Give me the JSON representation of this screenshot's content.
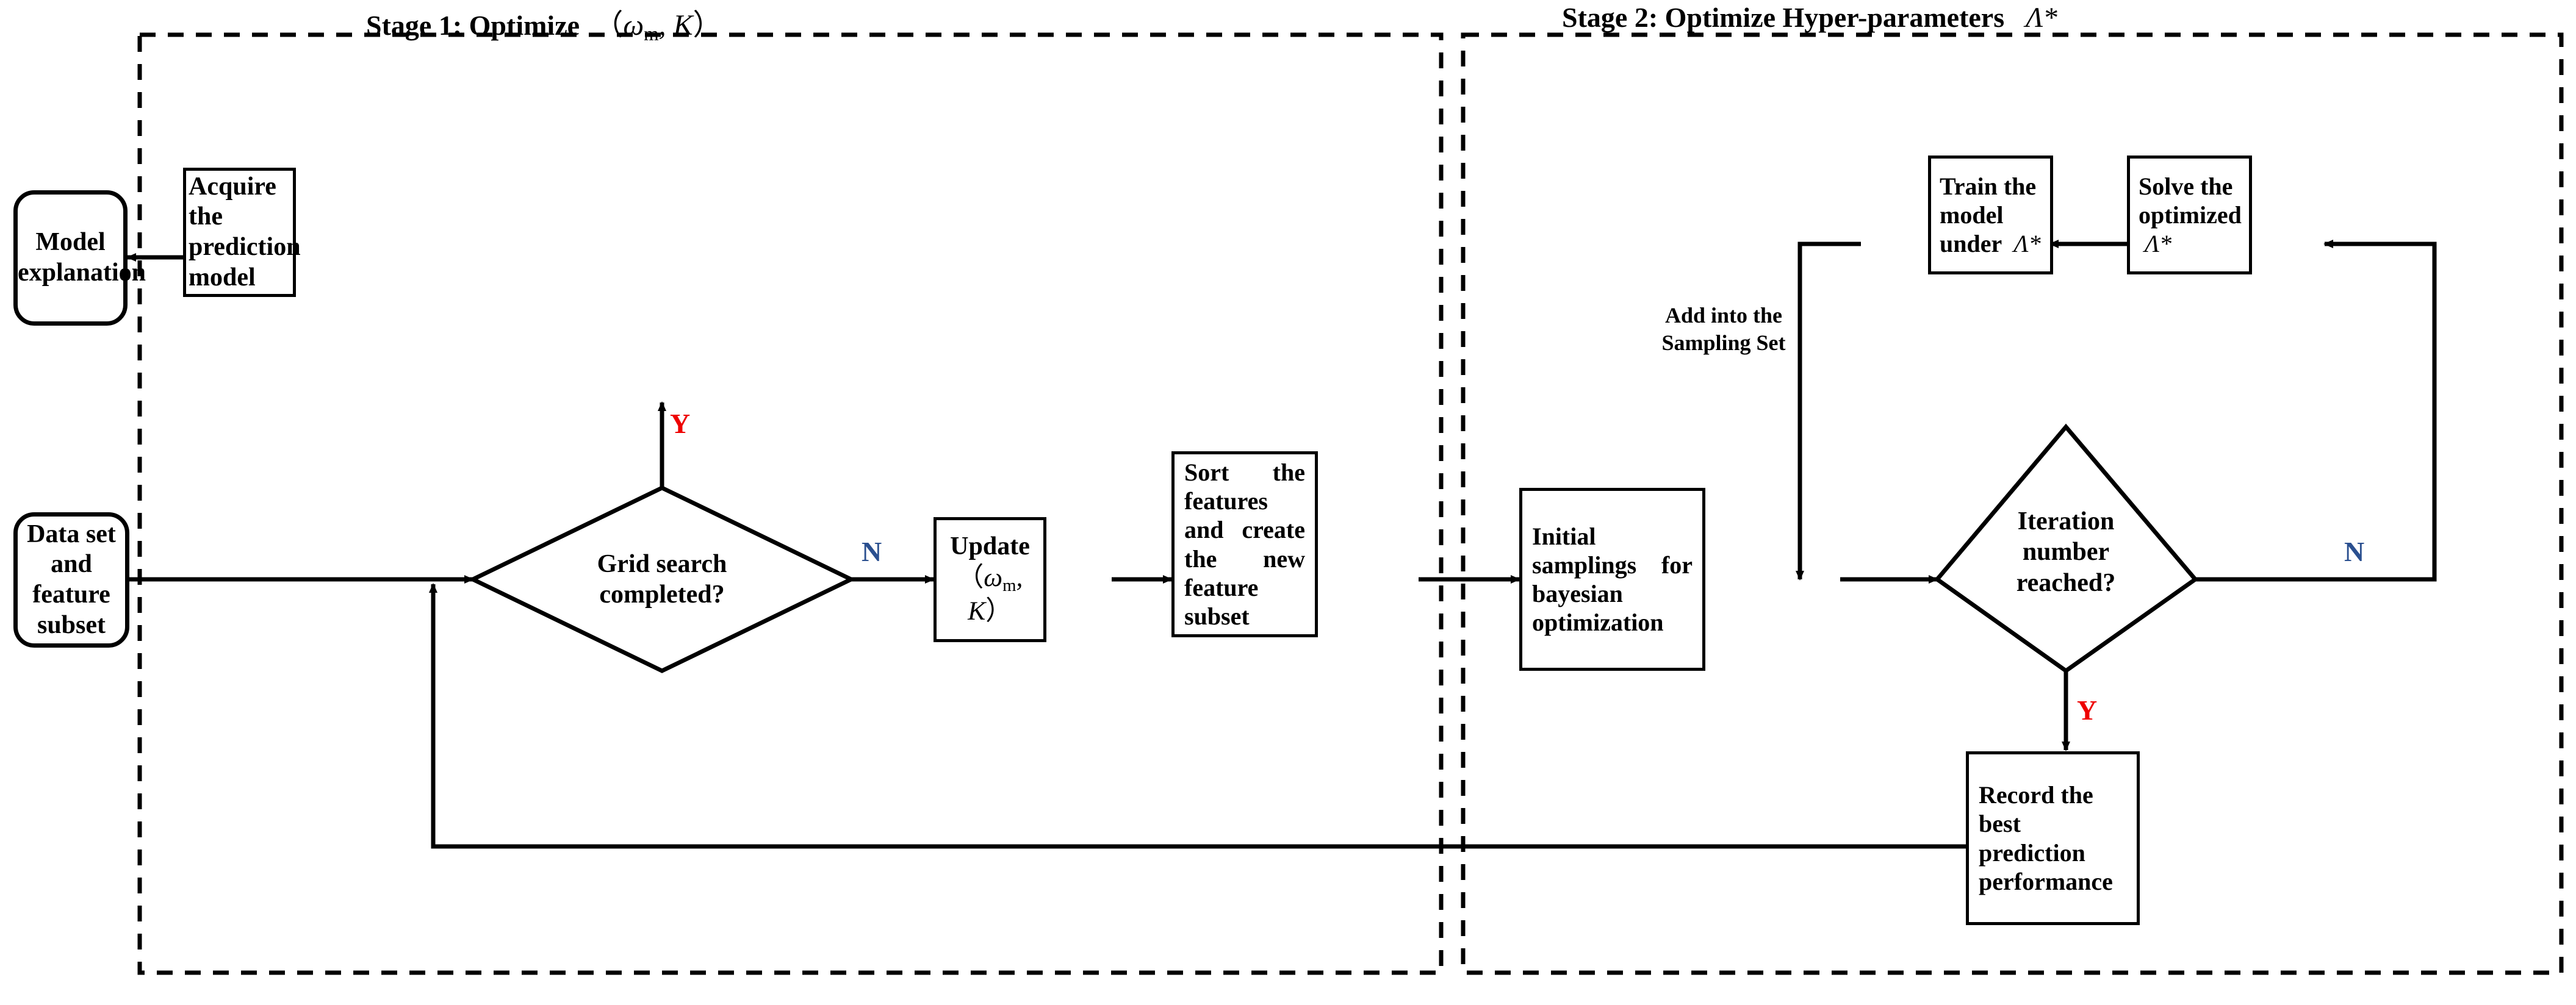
{
  "figure": {
    "type": "flowchart",
    "titles": [
      {
        "id": "stage1",
        "text": "Stage 1: Optimize",
        "formula": "(ωm, K)"
      },
      {
        "id": "stage2",
        "text": "Stage 2: Optimize Hyper-parameters",
        "formula": "Λ*"
      }
    ]
  },
  "nodes": {
    "model_explanation": {
      "label": "Model\nexplanation",
      "shape": "rounded-rect"
    },
    "data_set": {
      "label": "Data set and\nfeature subset",
      "shape": "rounded-rect"
    },
    "acquire_model_l1": {
      "label": "Acquire the"
    },
    "acquire_model_l2": {
      "label": "prediction"
    },
    "acquire_model_l3": {
      "label": "model"
    },
    "grid_search_l1": {
      "label": "Grid search"
    },
    "grid_search_l2": {
      "label": "completed?"
    },
    "update_l1": {
      "label": "Update"
    },
    "sort_features": {
      "label": "Sort the features and create the new feature subset",
      "shape": "rect"
    },
    "initial_samplings": {
      "label": "Initial samplings for bayesian optimization",
      "shape": "rect"
    },
    "train_model_l1": {
      "label": "Train the model"
    },
    "train_model_l2": {
      "label": "under"
    },
    "solve_optimized_l1": {
      "label": "Solve the"
    },
    "solve_optimized_l2": {
      "label": "optimized"
    },
    "iteration_l1": {
      "label": "Iteration"
    },
    "iteration_l2": {
      "label": "number"
    },
    "iteration_l3": {
      "label": "reached?"
    },
    "record_best_l1": {
      "label": "Record the best"
    },
    "record_best_l2": {
      "label": "prediction"
    },
    "record_best_l3": {
      "label": "performance"
    },
    "add_sampling_l1": {
      "label": "Add into the"
    },
    "add_sampling_l2": {
      "label": "Sampling Set"
    }
  },
  "edge_labels": {
    "grid_yes": "Y",
    "grid_no": "N",
    "iteration_no": "N",
    "iteration_yes": "Y"
  },
  "symbols": {
    "omega": "ω",
    "omega_sub": "m",
    "kappa": "K",
    "lambda_star": "Λ*",
    "comma": ",",
    "lparen": "(",
    "rparen": ")"
  },
  "colors": {
    "stroke": "#000000",
    "background": "#ffffff",
    "yes_label": "#ee0000",
    "no_label": "#2a4f8f"
  }
}
